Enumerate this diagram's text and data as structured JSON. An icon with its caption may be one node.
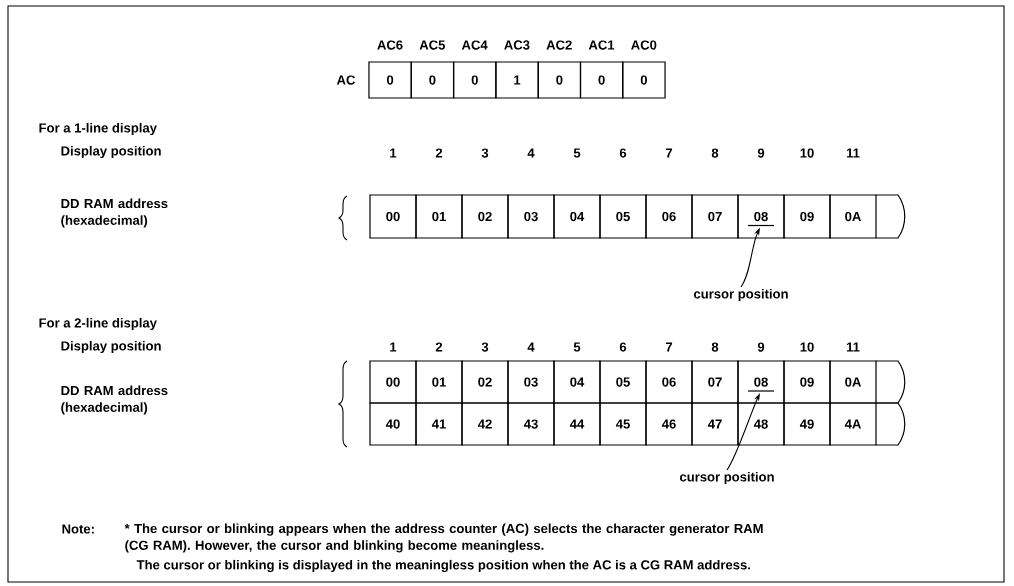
{
  "diagram": {
    "nodes": [
      {
        "text": [
          "0"
        ]
      },
      {
        "text": [
          "0"
        ]
      },
      {
        "text": [
          "0"
        ]
      },
      {
        "text": [
          "1"
        ]
      },
      {
        "text": [
          "0"
        ]
      },
      {
        "text": [
          "0"
        ]
      },
      {
        "text": [
          "0"
        ]
      },
      {
        "text": [
          "00"
        ]
      },
      {
        "text": [
          "01"
        ]
      },
      {
        "text": [
          "02"
        ]
      },
      {
        "text": [
          "03"
        ]
      },
      {
        "text": [
          "04"
        ]
      },
      {
        "text": [
          "05"
        ]
      },
      {
        "text": [
          "06"
        ]
      },
      {
        "text": [
          "07"
        ]
      },
      {
        "text": [
          "08"
        ]
      },
      {
        "text": [
          "09"
        ]
      },
      {
        "text": [
          "0A"
        ]
      },
      {
        "text": [],
        "shape": "box"
      },
      {
        "text": [
          "cursor position"
        ]
      },
      {
        "text": [
          "00"
        ]
      },
      {
        "text": [
          "01"
        ]
      },
      {
        "text": [
          "02"
        ]
      },
      {
        "text": [
          "03"
        ]
      },
      {
        "text": [
          "04"
        ]
      },
      {
        "text": [
          "05"
        ]
      },
      {
        "text": [
          "06"
        ]
      },
      {
        "text": [
          "07"
        ]
      },
      {
        "text": [
          "08"
        ]
      },
      {
        "text": [
          "09"
        ]
      },
      {
        "text": [
          "0A"
        ]
      },
      {
        "text": [],
        "shape": "box"
      },
      {
        "text": [
          "40"
        ]
      },
      {
        "text": [
          "41"
        ]
      },
      {
        "text": [
          "42"
        ]
      },
      {
        "text": [
          "43"
        ]
      },
      {
        "text": [
          "44"
        ]
      },
      {
        "text": [
          "45"
        ]
      },
      {
        "text": [
          "46"
        ]
      },
      {
        "text": [
          "47"
        ]
      },
      {
        "text": [
          "48"
        ]
      },
      {
        "text": [
          "49"
        ]
      },
      {
        "text": [
          "4A"
        ]
      },
      {
        "text": [],
        "shape": "box"
      },
      {
        "text": [
          "cursor position"
        ]
      }
    ],
    "edges": [
      {
        "from": 19,
        "to": 15,
        "arrow": "to"
      },
      {
        "from": 44,
        "to": 28,
        "arrow": "to"
      }
    ],
    "labels": [
      "AC6",
      "AC5",
      "AC4",
      "AC3",
      "AC2",
      "AC1",
      "AC0",
      "AC",
      "For a 1-line display",
      "Display position",
      "1",
      "2",
      "3",
      "4",
      "5",
      "6",
      "7",
      "8",
      "9",
      "10",
      "11",
      "DD RAM address (hexadecimal)",
      "For a 2-line display",
      "Display position",
      "1",
      "2",
      "3",
      "4",
      "5",
      "6",
      "7",
      "8",
      "9",
      "10",
      "11",
      "DD RAM address (hexadecimal)",
      "Note:",
      "* The cursor or blinking appears when the address counter (AC) selects the character generator RAM (CG RAM). However, the cursor and blinking become meaningless.",
      "The cursor or blinking is displayed in the meaningless position when the AC is a CG RAM address."
    ]
  }
}
